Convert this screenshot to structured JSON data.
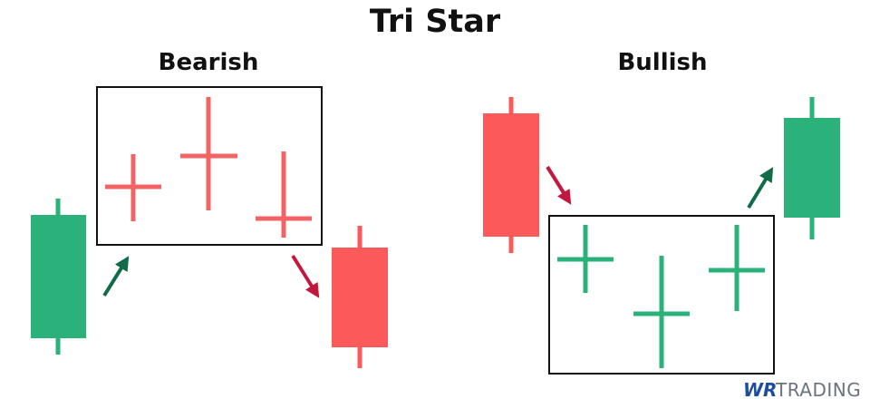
{
  "title": "Tri Star",
  "panels": {
    "bearish": {
      "label": "Bearish"
    },
    "bullish": {
      "label": "Bullish"
    }
  },
  "logo": {
    "prefix": "WR",
    "suffix": "TRADING"
  },
  "colors": {
    "green": "#2bb27a",
    "red": "#fc5a5a",
    "doji_red": "#f26464",
    "arrow_green": "#0f6b48",
    "arrow_red": "#c2183d",
    "box_border": "#111111",
    "logo_blue": "#1d4e9e",
    "logo_gray": "#6b7280"
  }
}
